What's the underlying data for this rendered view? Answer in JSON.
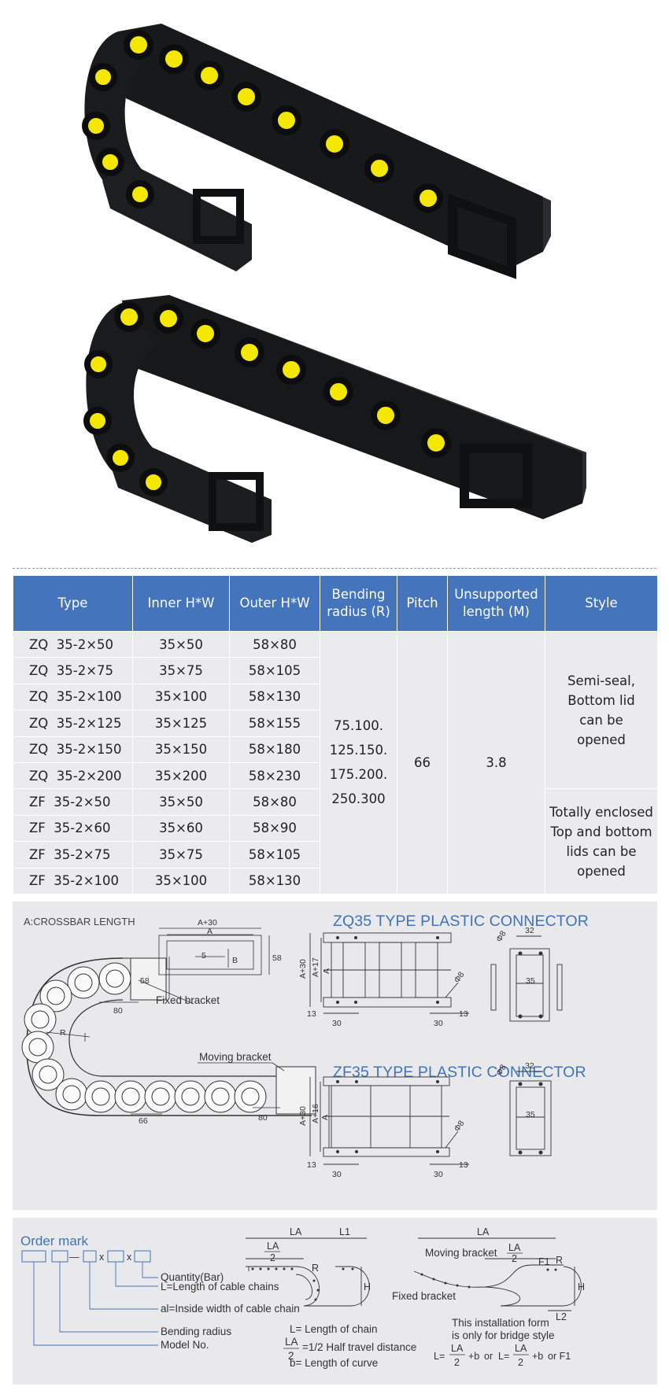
{
  "photos": [
    {
      "name": "drag-chain-photo-bottom-lid"
    },
    {
      "name": "drag-chain-photo-enclosed"
    }
  ],
  "colors": {
    "header_blue": "#4474bb",
    "title_blue": "#3e74b9",
    "cell_grey": "#ebebed",
    "chain_black": "#1c1d1f",
    "cap_yellow": "#f4e800"
  },
  "table": {
    "headers": {
      "type": "Type",
      "inner": "Inner H*W",
      "outer": "Outer H*W",
      "bending_1": "Bending",
      "bending_2": "radius (R)",
      "pitch": "Pitch",
      "unsupported_1": "Unsupported",
      "unsupported_2": "length (M)",
      "style": "Style"
    },
    "rows": [
      {
        "type": "ZQ  35-2×50",
        "inner": "35×50",
        "outer": "58×80"
      },
      {
        "type": "ZQ  35-2×75",
        "inner": "35×75",
        "outer": "58×105"
      },
      {
        "type": "ZQ  35-2×100",
        "inner": "35×100",
        "outer": "58×130"
      },
      {
        "type": "ZQ  35-2×125",
        "inner": "35×125",
        "outer": "58×155"
      },
      {
        "type": "ZQ  35-2×150",
        "inner": "35×150",
        "outer": "58×180"
      },
      {
        "type": "ZQ  35-2×200",
        "inner": "35×200",
        "outer": "58×230"
      },
      {
        "type": "ZF  35-2×50",
        "inner": "35×50",
        "outer": "58×80"
      },
      {
        "type": "ZF  35-2×60",
        "inner": "35×60",
        "outer": "58×90"
      },
      {
        "type": "ZF  35-2×75",
        "inner": "35×75",
        "outer": "58×105"
      },
      {
        "type": "ZF  35-2×100",
        "inner": "35×100",
        "outer": "58×130"
      }
    ],
    "bending_values": [
      "75.100.",
      "125.150.",
      "175.200.",
      "250.300"
    ],
    "pitch": "66",
    "unsupported": "3.8",
    "style_zq": [
      "Semi-seal,",
      "Bottom lid",
      "can be",
      "opened"
    ],
    "style_zf": [
      "Totally enclosed",
      "Top and bottom",
      "lids can be opened"
    ]
  },
  "drawing": {
    "crossbar_caption": "A:CROSSBAR LENGTH",
    "zq_title": "ZQ35 TYPE PLASTIC CONNECTOR",
    "zf_title": "ZF35 TYPE PLASTIC CONNECTOR",
    "fixed_bracket": "Fixed bracket",
    "moving_bracket": "Moving bracket",
    "dims": {
      "a30": "A+30",
      "a": "A",
      "b": "B",
      "d58": "58",
      "d58b": "58",
      "d80": "80",
      "d80b": "80",
      "d66": "66",
      "r": "R",
      "d5": "5",
      "a30v": "A+30",
      "a17": "A+17",
      "av": "A",
      "d13": "13",
      "d30": "30",
      "d30b": "30",
      "d13b": "13",
      "phi8": "Φ8",
      "phi8b": "Φ8",
      "d32": "32",
      "d35": "35",
      "a30v2": "A+30",
      "a16": "A+16",
      "av2": "A",
      "d13c": "13",
      "d30c": "30",
      "d30d": "30",
      "d13d": "13",
      "phi8c": "Φ8",
      "phi8d": "Φ8",
      "d32b": "32",
      "d35b": "35"
    }
  },
  "order": {
    "title": "Order mark",
    "separator_dash": "—",
    "separator_x1": "x",
    "separator_x2": "x",
    "quantity": "Quantity(Bar)",
    "l_length": "L=Length of cable chains",
    "al_width": "al=Inside width of cable chain",
    "bending_radius": "Bending radius",
    "model_no": "Model No.",
    "diagram1": {
      "la": "LA",
      "l1": "L1",
      "la_half_num": "LA",
      "la_half_den": "2",
      "r": "R",
      "h": "H",
      "legend_l": "L= Length of chain",
      "legend_la_num": "LA",
      "legend_la_den": "2",
      "legend_la_text": "=1/2 Half travel distance",
      "legend_b": "b= Length of curve"
    },
    "diagram2": {
      "la": "LA",
      "la_half_num": "LA",
      "la_half_den": "2",
      "moving": "Moving bracket",
      "fixed": "Fixed bracket",
      "f1": "F1",
      "r": "R",
      "h": "H",
      "l2": "L2",
      "note_1": "This installation form",
      "note_2": "is only for bridge style",
      "f_l1": "L=",
      "f_num1": "LA",
      "f_den1": "2",
      "f_plus1": "+b",
      "f_or1": "or",
      "f_l2": "L=",
      "f_num2": "LA",
      "f_den2": "2",
      "f_plus2": "+b",
      "f_or2": "or F1"
    }
  }
}
